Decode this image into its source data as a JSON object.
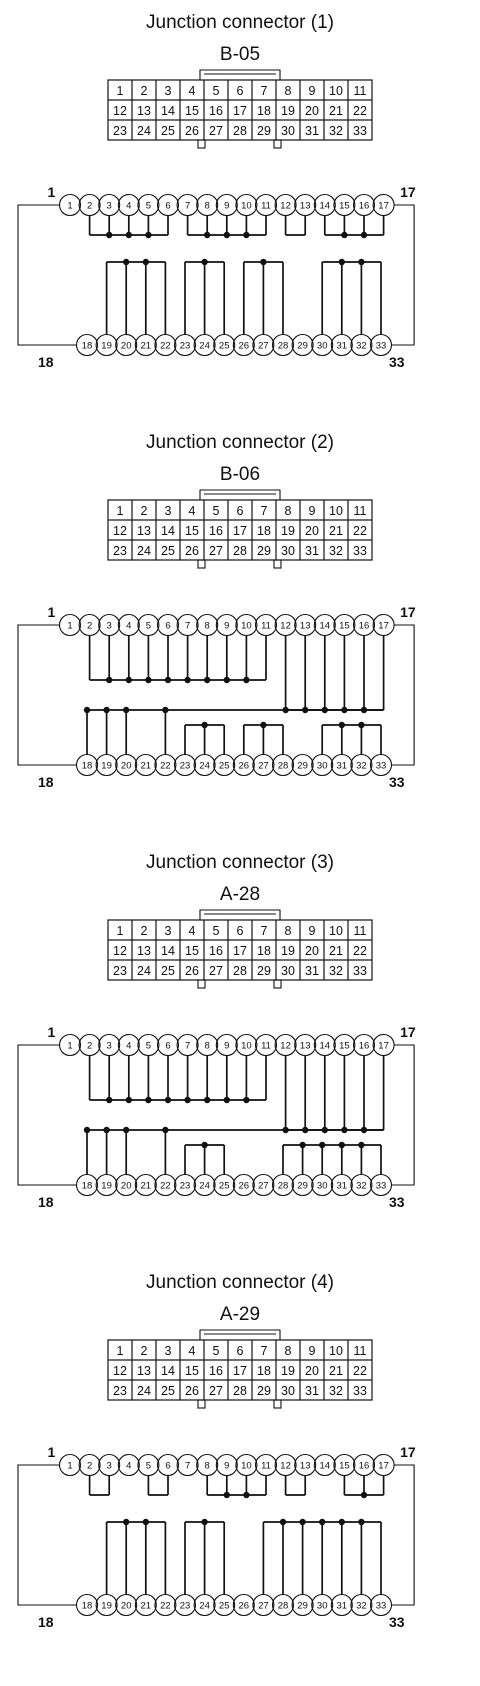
{
  "colors": {
    "ink": "#111111",
    "paper": "#ffffff"
  },
  "connectors": [
    {
      "title": "Junction connector (1)",
      "code": "B-05",
      "grid": [
        [
          "1",
          "2",
          "3",
          "4",
          "5",
          "6",
          "7",
          "8",
          "9",
          "10",
          "11"
        ],
        [
          "12",
          "13",
          "14",
          "15",
          "16",
          "17",
          "18",
          "19",
          "20",
          "21",
          "22"
        ],
        [
          "23",
          "24",
          "25",
          "26",
          "27",
          "28",
          "29",
          "30",
          "31",
          "32",
          "33"
        ]
      ],
      "top_pins": [
        "1",
        "2",
        "3",
        "4",
        "5",
        "6",
        "7",
        "8",
        "9",
        "10",
        "11",
        "12",
        "13",
        "14",
        "15",
        "16",
        "17"
      ],
      "bottom_pins": [
        "18",
        "19",
        "20",
        "21",
        "22",
        "23",
        "24",
        "25",
        "26",
        "27",
        "28",
        "29",
        "30",
        "31",
        "32",
        "33"
      ],
      "end_labels": {
        "top_left": "1",
        "top_right": "17",
        "bottom_left": "18",
        "bottom_right": "33"
      },
      "top_groups": [
        [
          2,
          3,
          4,
          5,
          6
        ],
        [
          7,
          8,
          9,
          10,
          11
        ],
        [
          12,
          13
        ],
        [
          14,
          15,
          16,
          17
        ]
      ],
      "bottom_groups": [
        [
          19,
          20,
          21,
          22
        ],
        [
          23,
          24,
          25
        ],
        [
          26,
          27,
          28
        ],
        [
          30,
          31,
          32,
          33
        ]
      ],
      "long_bus": false
    },
    {
      "title": "Junction connector (2)",
      "code": "B-06",
      "grid": [
        [
          "1",
          "2",
          "3",
          "4",
          "5",
          "6",
          "7",
          "8",
          "9",
          "10",
          "11"
        ],
        [
          "12",
          "13",
          "14",
          "15",
          "16",
          "17",
          "18",
          "19",
          "20",
          "21",
          "22"
        ],
        [
          "23",
          "24",
          "25",
          "26",
          "27",
          "28",
          "29",
          "30",
          "31",
          "32",
          "33"
        ]
      ],
      "top_pins": [
        "1",
        "2",
        "3",
        "4",
        "5",
        "6",
        "7",
        "8",
        "9",
        "10",
        "11",
        "12",
        "13",
        "14",
        "15",
        "16",
        "17"
      ],
      "bottom_pins": [
        "18",
        "19",
        "20",
        "21",
        "22",
        "23",
        "24",
        "25",
        "26",
        "27",
        "28",
        "29",
        "30",
        "31",
        "32",
        "33"
      ],
      "end_labels": {
        "top_left": "1",
        "top_right": "17",
        "bottom_left": "18",
        "bottom_right": "33"
      },
      "top_groups": [
        [
          2,
          3,
          4,
          5,
          6,
          7,
          8,
          9,
          10,
          11
        ],
        [
          12,
          13,
          14,
          15,
          16,
          17
        ]
      ],
      "bottom_groups": [
        [
          18,
          19,
          20,
          22
        ],
        [
          23,
          24,
          25
        ],
        [
          26,
          27,
          28
        ],
        [
          30,
          31,
          32,
          33
        ]
      ],
      "long_bus": true
    },
    {
      "title": "Junction connector (3)",
      "code": "A-28",
      "grid": [
        [
          "1",
          "2",
          "3",
          "4",
          "5",
          "6",
          "7",
          "8",
          "9",
          "10",
          "11"
        ],
        [
          "12",
          "13",
          "14",
          "15",
          "16",
          "17",
          "18",
          "19",
          "20",
          "21",
          "22"
        ],
        [
          "23",
          "24",
          "25",
          "26",
          "27",
          "28",
          "29",
          "30",
          "31",
          "32",
          "33"
        ]
      ],
      "top_pins": [
        "1",
        "2",
        "3",
        "4",
        "5",
        "6",
        "7",
        "8",
        "9",
        "10",
        "11",
        "12",
        "13",
        "14",
        "15",
        "16",
        "17"
      ],
      "bottom_pins": [
        "18",
        "19",
        "20",
        "21",
        "22",
        "23",
        "24",
        "25",
        "26",
        "27",
        "28",
        "29",
        "30",
        "31",
        "32",
        "33"
      ],
      "end_labels": {
        "top_left": "1",
        "top_right": "17",
        "bottom_left": "18",
        "bottom_right": "33"
      },
      "top_groups": [
        [
          2,
          3,
          4,
          5,
          6,
          7,
          8,
          9,
          10,
          11
        ],
        [
          12,
          13,
          14,
          15,
          16,
          17
        ]
      ],
      "bottom_groups": [
        [
          18,
          19,
          20,
          22
        ],
        [
          23,
          24,
          25
        ],
        [
          28,
          29,
          30,
          31,
          32,
          33
        ]
      ],
      "long_bus": true
    },
    {
      "title": "Junction connector (4)",
      "code": "A-29",
      "grid": [
        [
          "1",
          "2",
          "3",
          "4",
          "5",
          "6",
          "7",
          "8",
          "9",
          "10",
          "11"
        ],
        [
          "12",
          "13",
          "14",
          "15",
          "16",
          "17",
          "18",
          "19",
          "20",
          "21",
          "22"
        ],
        [
          "23",
          "24",
          "25",
          "26",
          "27",
          "28",
          "29",
          "30",
          "31",
          "32",
          "33"
        ]
      ],
      "top_pins": [
        "1",
        "2",
        "3",
        "4",
        "5",
        "6",
        "7",
        "8",
        "9",
        "10",
        "11",
        "12",
        "13",
        "14",
        "15",
        "16",
        "17"
      ],
      "bottom_pins": [
        "18",
        "19",
        "20",
        "21",
        "22",
        "23",
        "24",
        "25",
        "26",
        "27",
        "28",
        "29",
        "30",
        "31",
        "32",
        "33"
      ],
      "end_labels": {
        "top_left": "1",
        "top_right": "17",
        "bottom_left": "18",
        "bottom_right": "33"
      },
      "top_groups": [
        [
          2,
          3
        ],
        [
          5,
          6
        ],
        [
          8,
          9,
          10,
          11
        ],
        [
          12,
          13
        ],
        [
          15,
          16,
          17
        ]
      ],
      "bottom_groups": [
        [
          19,
          20,
          21,
          22
        ],
        [
          23,
          24,
          25
        ],
        [
          27,
          28,
          29,
          30,
          31,
          32,
          33
        ]
      ],
      "long_bus": false
    }
  ]
}
